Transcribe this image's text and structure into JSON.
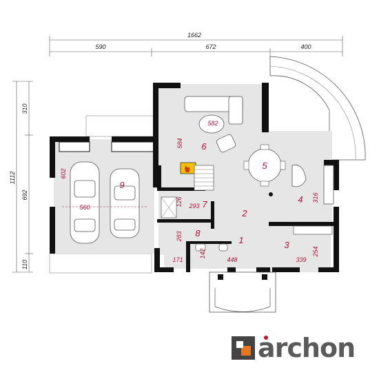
{
  "dimensions": {
    "total_width": "1662",
    "segment_left": "590",
    "segment_middle": "672",
    "segment_right": "400",
    "total_height": "1112",
    "seg_top": "310",
    "seg_mid": "692",
    "seg_bottom": "110"
  },
  "rooms": [
    {
      "num": "1"
    },
    {
      "num": "2"
    },
    {
      "num": "3"
    },
    {
      "num": "4"
    },
    {
      "num": "5"
    },
    {
      "num": "6"
    },
    {
      "num": "7"
    },
    {
      "num": "8"
    },
    {
      "num": "9"
    }
  ],
  "room_dims": {
    "living_w": "582",
    "living_h": "584",
    "garage_h": "602",
    "garage_w": "560",
    "kitchen_h": "316",
    "hall_w": "293",
    "hall_h": "126",
    "bath_h": "283",
    "wc_w": "171",
    "wc2_w": "142",
    "vestibule_w": "448",
    "pantry_w": "339",
    "pantry_h": "254"
  },
  "logo": {
    "text": "archon",
    "accent": "#c8102e",
    "mark_dark": "#444444",
    "mark_orange": "#e87722"
  },
  "colors": {
    "wall": "#111111",
    "floor": "#e6e6e6",
    "room_text": "#b0103a"
  }
}
